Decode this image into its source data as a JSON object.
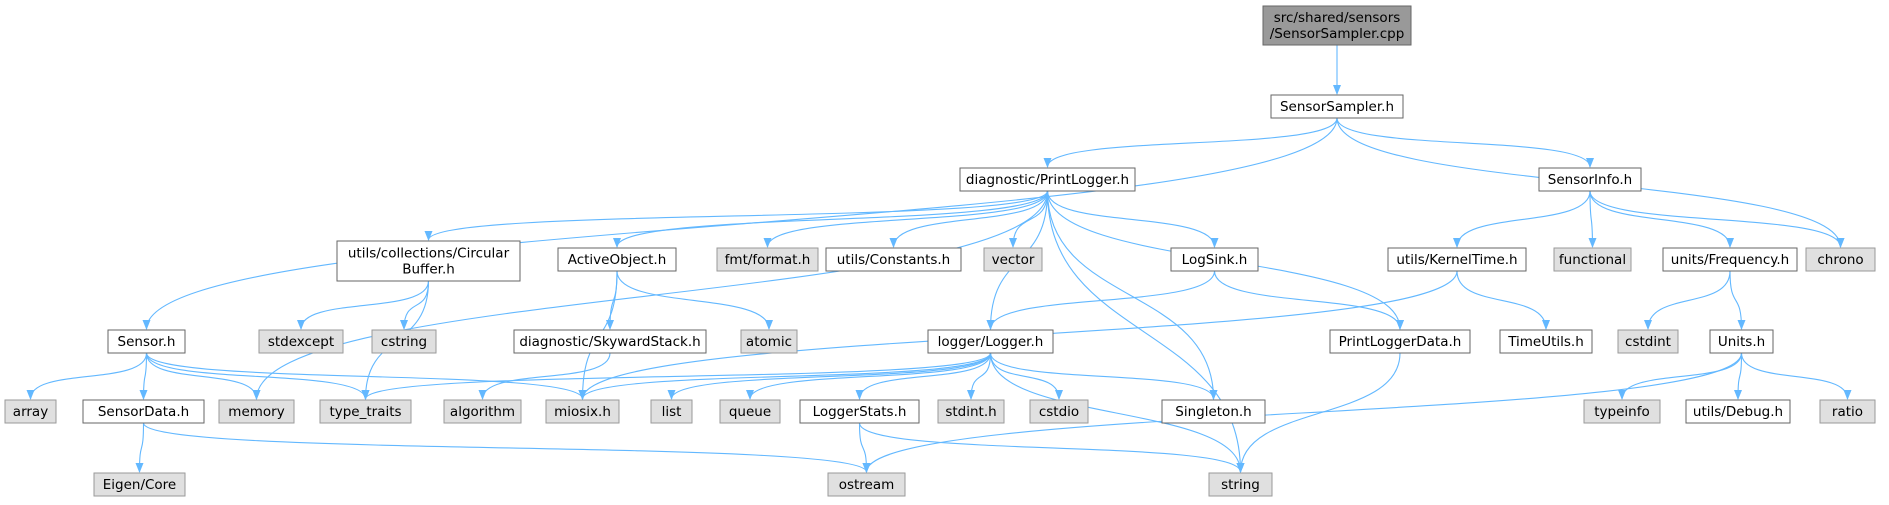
{
  "colors": {
    "edge": "#63b8ff",
    "root_fill": "#999999",
    "root_stroke": "#666666",
    "file_fill": "#ffffff",
    "file_stroke": "#666666",
    "sys_fill": "#e0e0e0",
    "sys_stroke": "#999999",
    "text": "#000000"
  },
  "nodes": [
    {
      "id": "root",
      "lines": [
        "src/shared/sensors",
        "/SensorSampler.cpp"
      ],
      "kind": "root"
    },
    {
      "id": "sampler",
      "lines": [
        "SensorSampler.h"
      ],
      "kind": "file"
    },
    {
      "id": "printlogger",
      "lines": [
        "diagnostic/PrintLogger.h"
      ],
      "kind": "file"
    },
    {
      "id": "sensorinfo",
      "lines": [
        "SensorInfo.h"
      ],
      "kind": "file"
    },
    {
      "id": "circbuf",
      "lines": [
        "utils/collections/Circular",
        "Buffer.h"
      ],
      "kind": "file"
    },
    {
      "id": "activeobject",
      "lines": [
        "ActiveObject.h"
      ],
      "kind": "file"
    },
    {
      "id": "fmtformat",
      "lines": [
        "fmt/format.h"
      ],
      "kind": "sys"
    },
    {
      "id": "constants",
      "lines": [
        "utils/Constants.h"
      ],
      "kind": "file"
    },
    {
      "id": "vector",
      "lines": [
        "vector"
      ],
      "kind": "sys"
    },
    {
      "id": "logsink",
      "lines": [
        "LogSink.h"
      ],
      "kind": "file"
    },
    {
      "id": "kerneltime",
      "lines": [
        "utils/KernelTime.h"
      ],
      "kind": "file"
    },
    {
      "id": "functional",
      "lines": [
        "functional"
      ],
      "kind": "sys"
    },
    {
      "id": "frequency",
      "lines": [
        "units/Frequency.h"
      ],
      "kind": "file"
    },
    {
      "id": "chrono",
      "lines": [
        "chrono"
      ],
      "kind": "sys"
    },
    {
      "id": "sensor",
      "lines": [
        "Sensor.h"
      ],
      "kind": "file"
    },
    {
      "id": "stdexcept",
      "lines": [
        "stdexcept"
      ],
      "kind": "sys"
    },
    {
      "id": "cstring",
      "lines": [
        "cstring"
      ],
      "kind": "sys"
    },
    {
      "id": "skyward",
      "lines": [
        "diagnostic/SkywardStack.h"
      ],
      "kind": "file"
    },
    {
      "id": "atomic",
      "lines": [
        "atomic"
      ],
      "kind": "sys"
    },
    {
      "id": "logger",
      "lines": [
        "logger/Logger.h"
      ],
      "kind": "file"
    },
    {
      "id": "printloggerdata",
      "lines": [
        "PrintLoggerData.h"
      ],
      "kind": "file"
    },
    {
      "id": "timeutils",
      "lines": [
        "TimeUtils.h"
      ],
      "kind": "file"
    },
    {
      "id": "cstdint",
      "lines": [
        "cstdint"
      ],
      "kind": "sys"
    },
    {
      "id": "units",
      "lines": [
        "Units.h"
      ],
      "kind": "file"
    },
    {
      "id": "array",
      "lines": [
        "array"
      ],
      "kind": "sys"
    },
    {
      "id": "sensordata",
      "lines": [
        "SensorData.h"
      ],
      "kind": "file"
    },
    {
      "id": "memory",
      "lines": [
        "memory"
      ],
      "kind": "sys"
    },
    {
      "id": "typetraits",
      "lines": [
        "type_traits"
      ],
      "kind": "sys"
    },
    {
      "id": "algorithm",
      "lines": [
        "algorithm"
      ],
      "kind": "sys"
    },
    {
      "id": "miosix",
      "lines": [
        "miosix.h"
      ],
      "kind": "sys"
    },
    {
      "id": "list",
      "lines": [
        "list"
      ],
      "kind": "sys"
    },
    {
      "id": "queue",
      "lines": [
        "queue"
      ],
      "kind": "sys"
    },
    {
      "id": "loggerstats",
      "lines": [
        "LoggerStats.h"
      ],
      "kind": "file"
    },
    {
      "id": "stdint",
      "lines": [
        "stdint.h"
      ],
      "kind": "sys"
    },
    {
      "id": "cstdio",
      "lines": [
        "cstdio"
      ],
      "kind": "sys"
    },
    {
      "id": "singleton",
      "lines": [
        "Singleton.h"
      ],
      "kind": "file"
    },
    {
      "id": "typeinfo",
      "lines": [
        "typeinfo"
      ],
      "kind": "sys"
    },
    {
      "id": "debug",
      "lines": [
        "utils/Debug.h"
      ],
      "kind": "file"
    },
    {
      "id": "ratio",
      "lines": [
        "ratio"
      ],
      "kind": "sys"
    },
    {
      "id": "eigencore",
      "lines": [
        "Eigen/Core"
      ],
      "kind": "sys"
    },
    {
      "id": "ostream",
      "lines": [
        "ostream"
      ],
      "kind": "sys"
    },
    {
      "id": "string",
      "lines": [
        "string"
      ],
      "kind": "sys"
    }
  ],
  "edges": [
    [
      "root",
      "sampler"
    ],
    [
      "sampler",
      "sensor"
    ],
    [
      "sampler",
      "printlogger"
    ],
    [
      "sampler",
      "sensorinfo"
    ],
    [
      "sampler",
      "chrono"
    ],
    [
      "printlogger",
      "memory"
    ],
    [
      "printlogger",
      "circbuf"
    ],
    [
      "printlogger",
      "activeobject"
    ],
    [
      "printlogger",
      "fmtformat"
    ],
    [
      "printlogger",
      "constants"
    ],
    [
      "printlogger",
      "vector"
    ],
    [
      "printlogger",
      "logger"
    ],
    [
      "printlogger",
      "logsink"
    ],
    [
      "printlogger",
      "singleton"
    ],
    [
      "printlogger",
      "string"
    ],
    [
      "printlogger",
      "printloggerdata"
    ],
    [
      "sensorinfo",
      "kerneltime"
    ],
    [
      "sensorinfo",
      "functional"
    ],
    [
      "sensorinfo",
      "frequency"
    ],
    [
      "sensorinfo",
      "chrono"
    ],
    [
      "circbuf",
      "stdexcept"
    ],
    [
      "circbuf",
      "cstring"
    ],
    [
      "circbuf",
      "typetraits"
    ],
    [
      "activeobject",
      "skyward"
    ],
    [
      "activeobject",
      "atomic"
    ],
    [
      "activeobject",
      "miosix"
    ],
    [
      "logsink",
      "logger"
    ],
    [
      "logsink",
      "printloggerdata"
    ],
    [
      "kerneltime",
      "miosix"
    ],
    [
      "kerneltime",
      "timeutils"
    ],
    [
      "frequency",
      "cstdint"
    ],
    [
      "frequency",
      "units"
    ],
    [
      "sensor",
      "array"
    ],
    [
      "sensor",
      "sensordata"
    ],
    [
      "sensor",
      "memory"
    ],
    [
      "sensor",
      "typetraits"
    ],
    [
      "sensor",
      "miosix"
    ],
    [
      "skyward",
      "algorithm"
    ],
    [
      "logger",
      "typetraits"
    ],
    [
      "logger",
      "miosix"
    ],
    [
      "logger",
      "list"
    ],
    [
      "logger",
      "queue"
    ],
    [
      "logger",
      "loggerstats"
    ],
    [
      "logger",
      "stdint"
    ],
    [
      "logger",
      "cstdio"
    ],
    [
      "logger",
      "singleton"
    ],
    [
      "logger",
      "string"
    ],
    [
      "printloggerdata",
      "string"
    ],
    [
      "units",
      "ostream"
    ],
    [
      "units",
      "typeinfo"
    ],
    [
      "units",
      "debug"
    ],
    [
      "units",
      "ratio"
    ],
    [
      "sensordata",
      "eigencore"
    ],
    [
      "sensordata",
      "ostream"
    ],
    [
      "loggerstats",
      "ostream"
    ],
    [
      "loggerstats",
      "string"
    ]
  ]
}
